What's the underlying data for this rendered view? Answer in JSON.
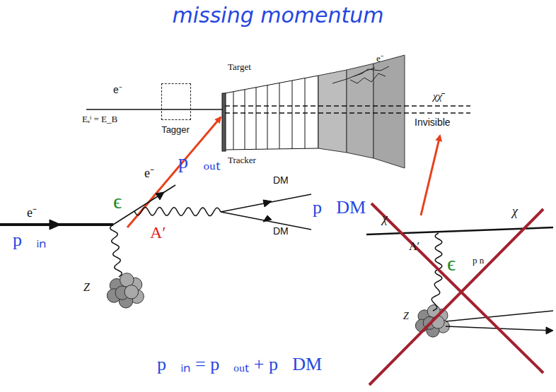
{
  "diagram": {
    "title": "missing momentum",
    "nodes": [
      {
        "text": [
          "Tagger"
        ]
      }
    ],
    "labels": [
      "e⁻",
      "Eₑⁱ = E_B",
      "Target",
      "e⁻",
      "Tracker",
      "χχ̄",
      "Invisible",
      "e⁻",
      "p⃗ᵢₙ",
      "Z",
      "ϵ",
      "e⁻",
      "p⃗ₒᵤₜ",
      "A′",
      "DM",
      "DM",
      "p⃗DM",
      "χ",
      "χ",
      "A′",
      "ϵ",
      "p n",
      "Z",
      "p⃗ᵢₙ = p⃗ₒᵤₜ + p⃗DM"
    ]
  }
}
